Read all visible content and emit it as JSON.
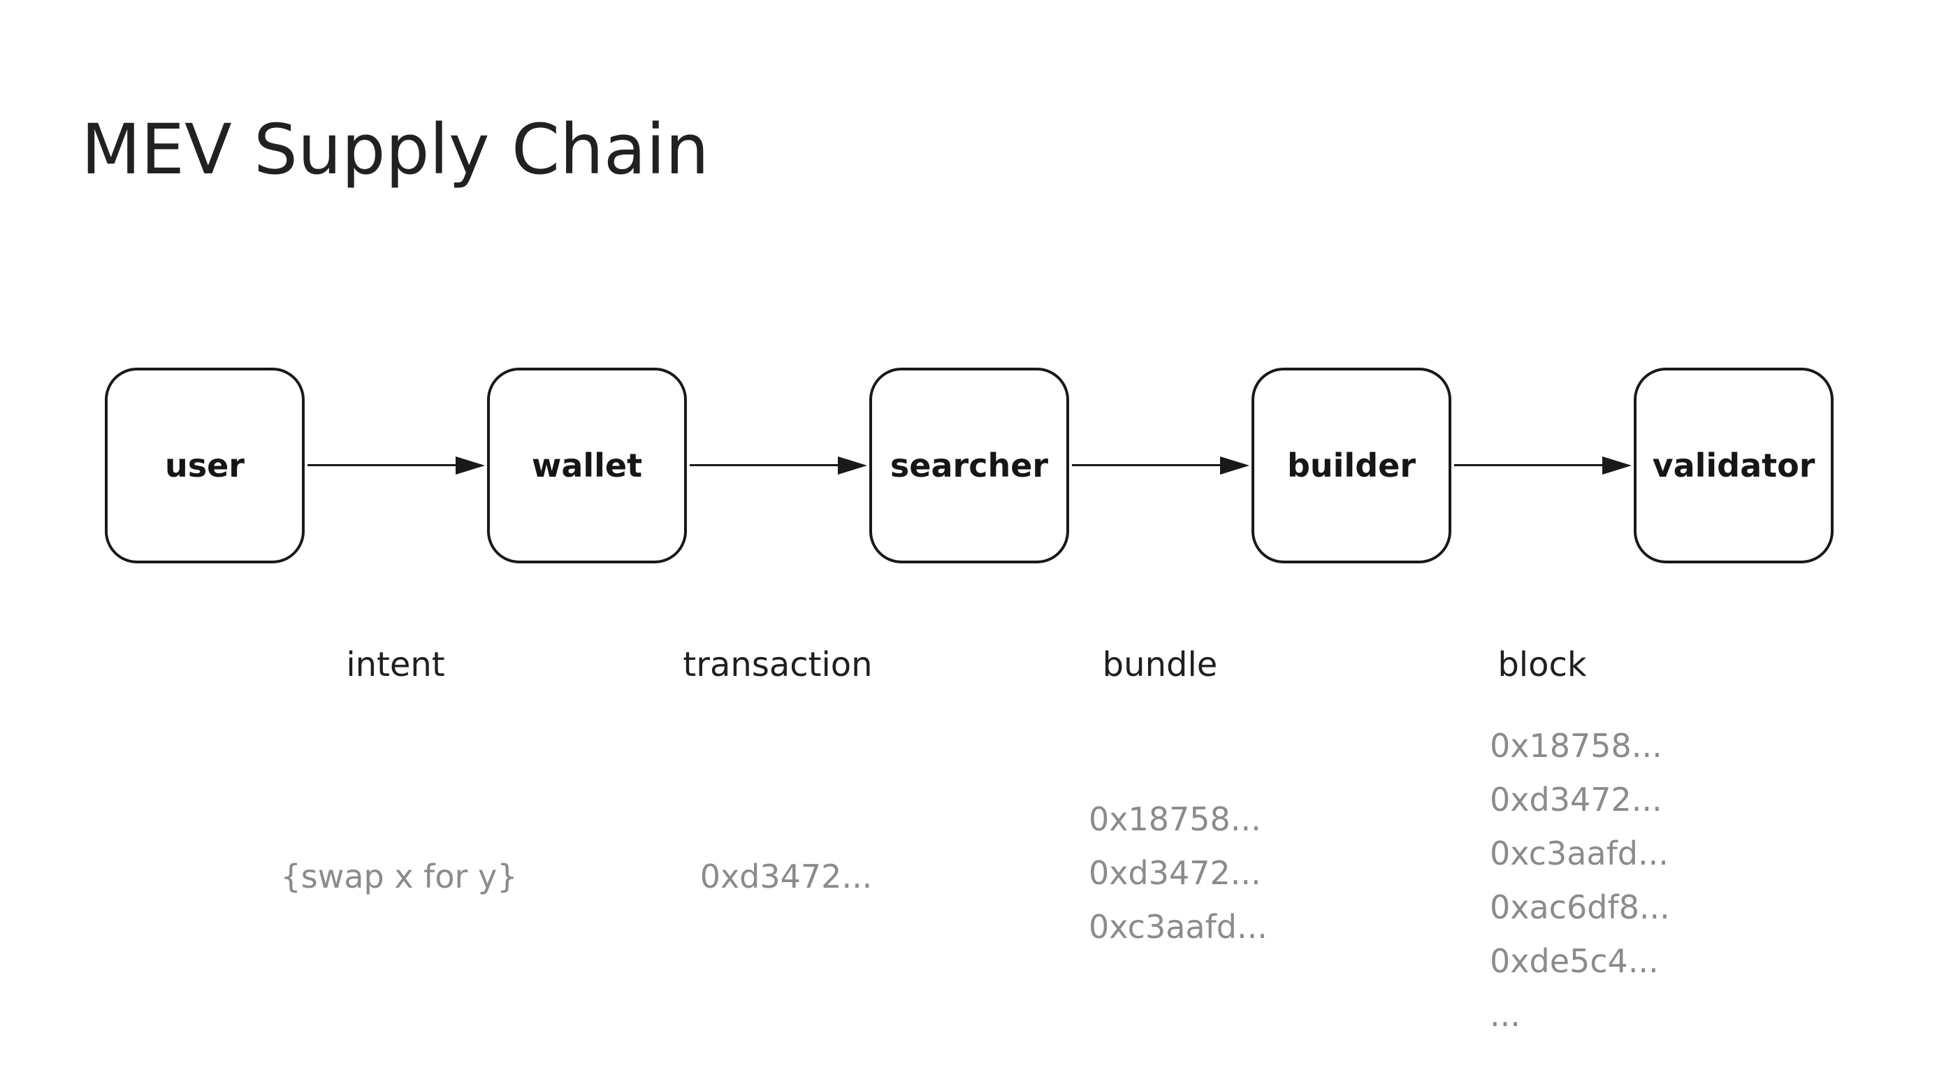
{
  "title": "MEV Supply Chain",
  "colors": {
    "background": "#ffffff",
    "ink": "#191919",
    "title_text": "#212121",
    "edge_label_text": "#1f1f1f",
    "payload_text": "#8b8b8b"
  },
  "nodes": [
    {
      "label": "user"
    },
    {
      "label": "wallet"
    },
    {
      "label": "searcher"
    },
    {
      "label": "builder"
    },
    {
      "label": "validator"
    }
  ],
  "edges": [
    {
      "label": "intent",
      "payload_lines": [
        "{swap x for y}"
      ]
    },
    {
      "label": "transaction",
      "payload_lines": [
        "0xd3472..."
      ]
    },
    {
      "label": "bundle",
      "payload_lines": [
        "0x18758...",
        "0xd3472...",
        "0xc3aafd..."
      ]
    },
    {
      "label": "block",
      "payload_lines": [
        "0x18758...",
        "0xd3472...",
        "0xc3aafd...",
        "0xac6df8...",
        "0xde5c4...",
        "..."
      ]
    }
  ]
}
